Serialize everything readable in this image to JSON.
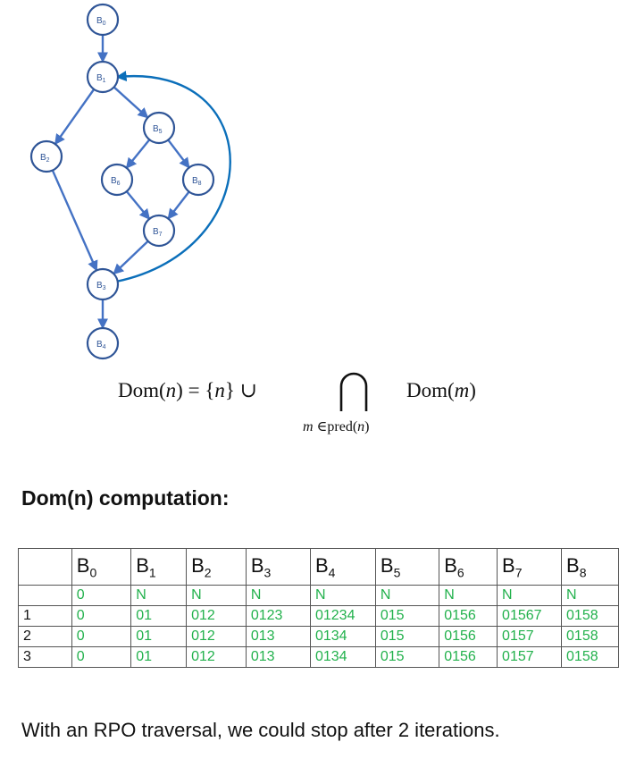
{
  "graph": {
    "nodes": [
      {
        "id": "B0",
        "base": "B",
        "sub": "0"
      },
      {
        "id": "B1",
        "base": "B",
        "sub": "1"
      },
      {
        "id": "B2",
        "base": "B",
        "sub": "2"
      },
      {
        "id": "B5",
        "base": "B",
        "sub": "5"
      },
      {
        "id": "B6",
        "base": "B",
        "sub": "6"
      },
      {
        "id": "B8",
        "base": "B",
        "sub": "8"
      },
      {
        "id": "B7",
        "base": "B",
        "sub": "7"
      },
      {
        "id": "B3",
        "base": "B",
        "sub": "3"
      },
      {
        "id": "B4",
        "base": "B",
        "sub": "4"
      }
    ],
    "edges": [
      [
        "B0",
        "B1"
      ],
      [
        "B1",
        "B2"
      ],
      [
        "B1",
        "B5"
      ],
      [
        "B5",
        "B6"
      ],
      [
        "B5",
        "B8"
      ],
      [
        "B6",
        "B7"
      ],
      [
        "B8",
        "B7"
      ],
      [
        "B2",
        "B3"
      ],
      [
        "B7",
        "B3"
      ],
      [
        "B3",
        "B4"
      ]
    ],
    "back_edges": [
      [
        "B3",
        "B1"
      ]
    ],
    "colors": {
      "node_stroke": "#2f5597",
      "edge": "#4472c4",
      "back_edge": "#0b6fba"
    }
  },
  "formula": {
    "lhs_func": "Dom(",
    "lhs_var": "n",
    "lhs_close": ")",
    "equals": " = {",
    "set_var": "n",
    "union": "} ∪",
    "sub_var": "m",
    "sub_in": " ∈pred(",
    "sub_arg": "n",
    "sub_close": ")",
    "rhs_func": "Dom(",
    "rhs_var": "m",
    "rhs_close": ")"
  },
  "section_title": "Dom(n) computation:",
  "table": {
    "header": [
      {
        "base": "B",
        "sub": "0"
      },
      {
        "base": "B",
        "sub": "1"
      },
      {
        "base": "B",
        "sub": "2"
      },
      {
        "base": "B",
        "sub": "3"
      },
      {
        "base": "B",
        "sub": "4"
      },
      {
        "base": "B",
        "sub": "5"
      },
      {
        "base": "B",
        "sub": "6"
      },
      {
        "base": "B",
        "sub": "7"
      },
      {
        "base": "B",
        "sub": "8"
      }
    ],
    "rows": [
      {
        "label": "",
        "cells": [
          "0",
          "N",
          "N",
          "N",
          "N",
          "N",
          "N",
          "N",
          "N"
        ]
      },
      {
        "label": "1",
        "cells": [
          "0",
          "01",
          "012",
          "0123",
          "01234",
          "015",
          "0156",
          "01567",
          "0158"
        ]
      },
      {
        "label": "2",
        "cells": [
          "0",
          "01",
          "012",
          "013",
          "0134",
          "015",
          "0156",
          "0157",
          "0158"
        ]
      },
      {
        "label": "3",
        "cells": [
          "0",
          "01",
          "012",
          "013",
          "0134",
          "015",
          "0156",
          "0157",
          "0158"
        ]
      }
    ],
    "value_color": "#22b14c"
  },
  "footer": "With an RPO traversal, we could stop after 2 iterations."
}
